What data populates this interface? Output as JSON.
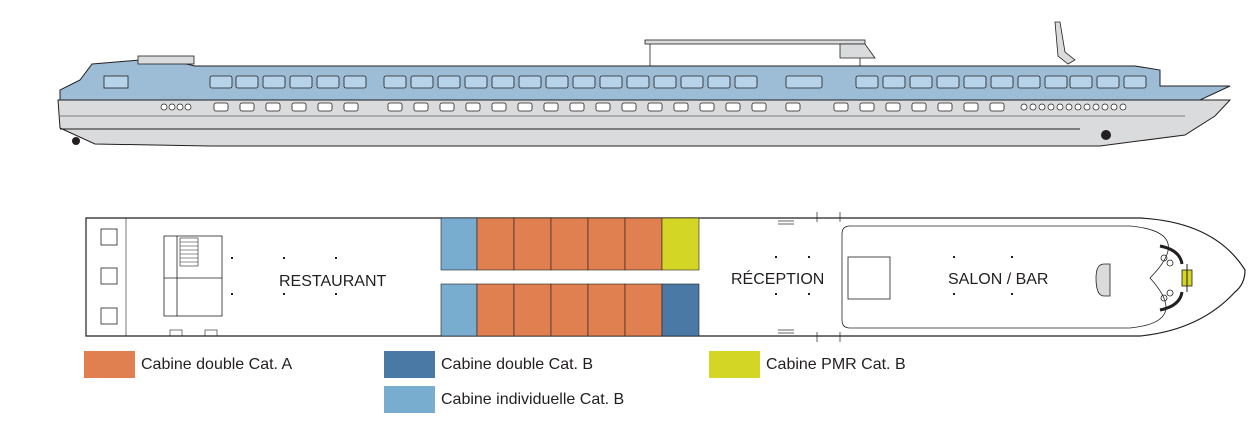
{
  "deck_labels": {
    "restaurant": "RESTAURANT",
    "reception": "RÉCEPTION",
    "salon_bar": "SALON / BAR"
  },
  "legend": [
    {
      "label": "Cabine double Cat. A",
      "color": "#e08050"
    },
    {
      "label": "Cabine double Cat. B",
      "color": "#4a79a5"
    },
    {
      "label": "Cabine PMR Cat. B",
      "color": "#d3d625"
    },
    {
      "label": "Cabine individuelle Cat. B",
      "color": "#79add0"
    }
  ],
  "colors": {
    "hull": "#d9dbdc",
    "upper_structure": "#9dbdd6",
    "window": "#b7d3ea",
    "outline": "#231f20"
  }
}
